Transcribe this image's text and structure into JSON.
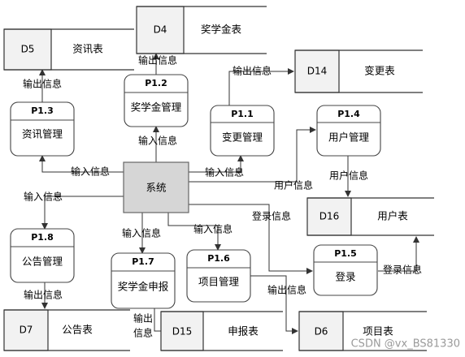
{
  "system": "系统",
  "processes": [
    {
      "key": "p12",
      "id": "P1.2",
      "name": "奖学金管理"
    },
    {
      "key": "p13",
      "id": "P1.3",
      "name": "资讯管理"
    },
    {
      "key": "p11",
      "id": "P1.1",
      "name": "变更管理"
    },
    {
      "key": "p14",
      "id": "P1.4",
      "name": "用户管理"
    },
    {
      "key": "p18",
      "id": "P1.8",
      "name": "公告管理"
    },
    {
      "key": "p17",
      "id": "P1.7",
      "name": "奖学金申报"
    },
    {
      "key": "p16",
      "id": "P1.6",
      "name": "项目管理"
    },
    {
      "key": "p15",
      "id": "P1.5",
      "name": "登录"
    }
  ],
  "stores": [
    {
      "key": "d4",
      "id": "D4",
      "name": "奖学金表"
    },
    {
      "key": "d5",
      "id": "D5",
      "name": "资讯表"
    },
    {
      "key": "d14",
      "id": "D14",
      "name": "变更表"
    },
    {
      "key": "d16",
      "id": "D16",
      "name": "用户表"
    },
    {
      "key": "d7",
      "id": "D7",
      "name": "公告表"
    },
    {
      "key": "d15",
      "id": "D15",
      "name": "申报表"
    },
    {
      "key": "d6",
      "id": "D6",
      "name": "项目表"
    }
  ],
  "flows": {
    "output": "输出信息",
    "input": "输入信息",
    "user": "用户信息",
    "login": "登录信息",
    "output_split_1": "输出",
    "output_split_2": "信息"
  },
  "watermark": "CSDN @vx_BS81330"
}
